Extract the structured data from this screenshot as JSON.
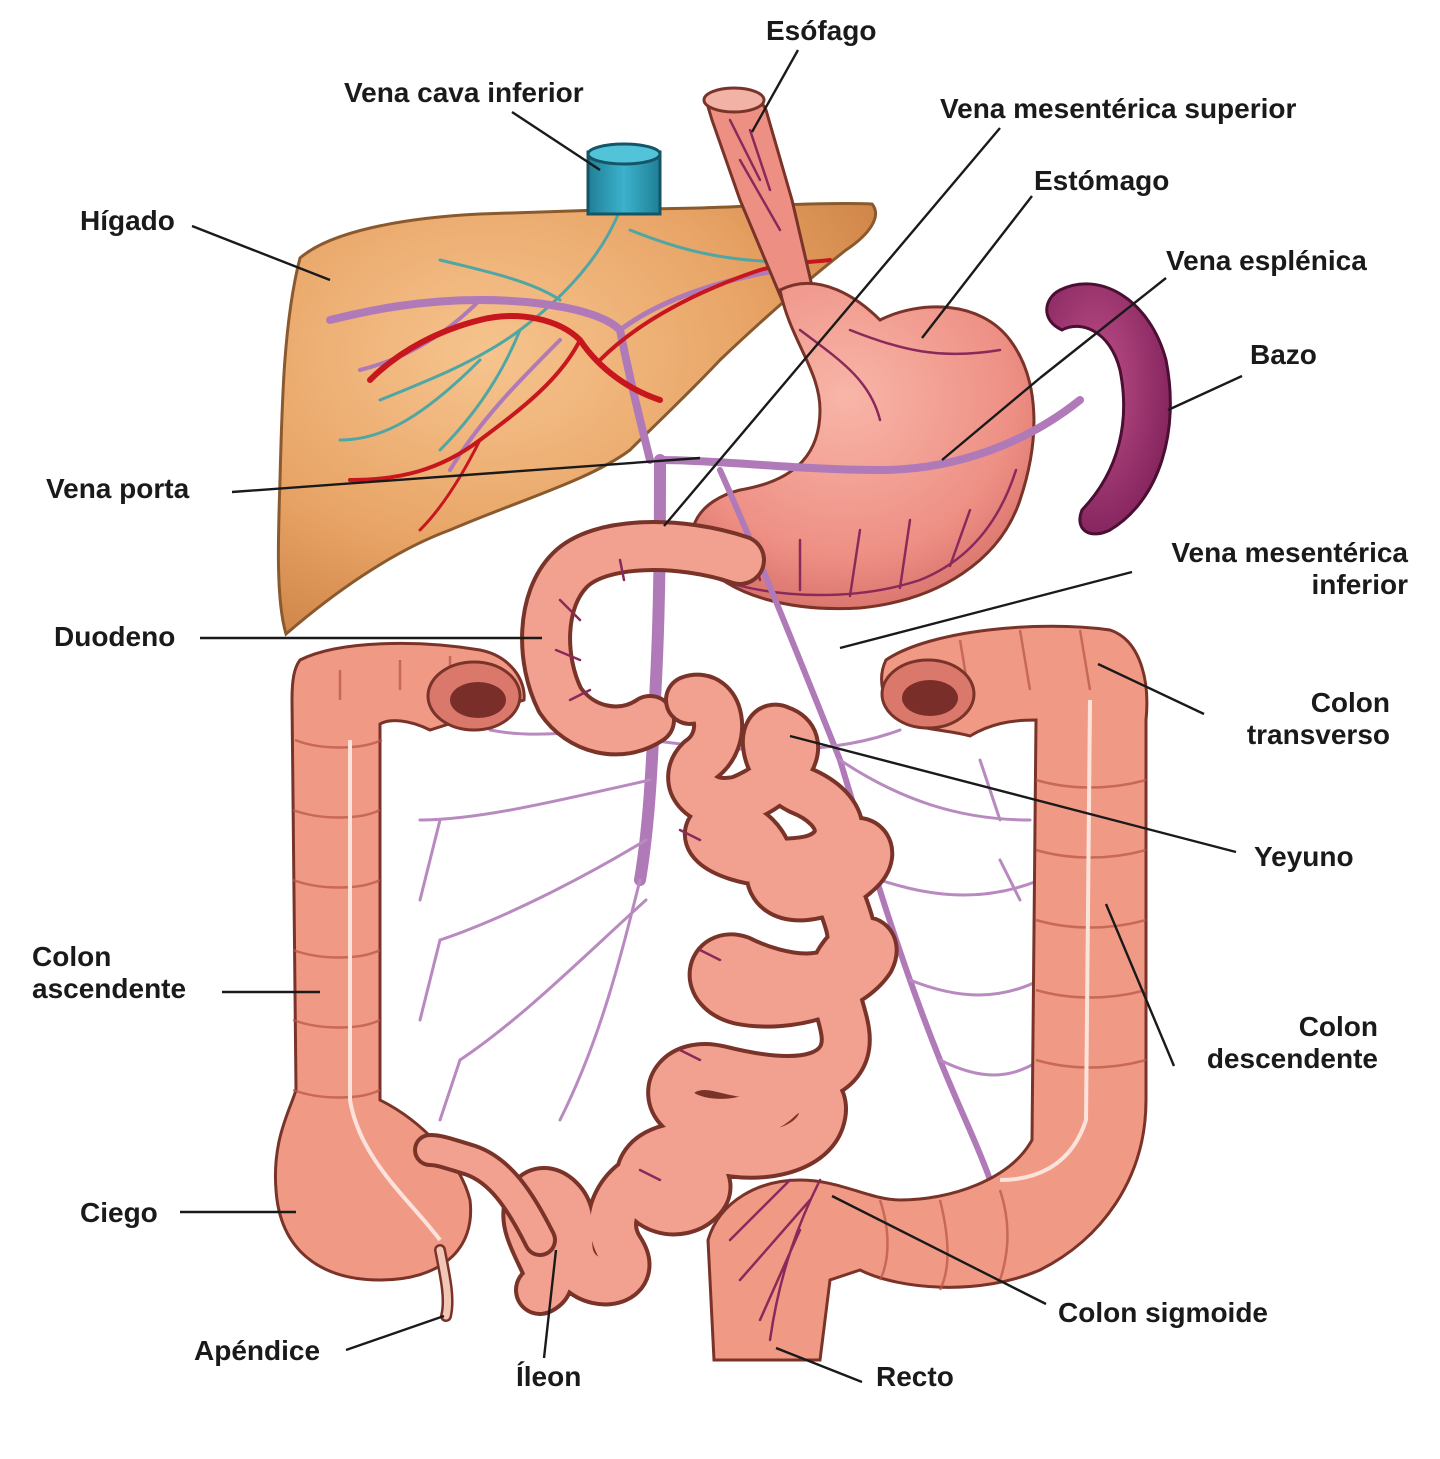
{
  "labels": {
    "esofago": "Esófago",
    "vena_cava_inferior": "Vena cava inferior",
    "vena_mesenterica_superior": "Vena mesentérica superior",
    "estomago": "Estómago",
    "higado": "Hígado",
    "vena_esplenica": "Vena esplénica",
    "bazo": "Bazo",
    "vena_porta": "Vena porta",
    "vena_mesenterica_inferior_1": "Vena mesentérica",
    "vena_mesenterica_inferior_2": "inferior",
    "duodeno": "Duodeno",
    "colon_transverso_1": "Colon",
    "colon_transverso_2": "transverso",
    "yeyuno": "Yeyuno",
    "colon_ascendente_1": "Colon",
    "colon_ascendente_2": "ascendente",
    "colon_descendente_1": "Colon",
    "colon_descendente_2": "descendente",
    "ciego": "Ciego",
    "colon_sigmoide": "Colon sigmoide",
    "apendice": "Apéndice",
    "ileon": "Íleon",
    "recto": "Recto"
  },
  "colors": {
    "liver": "#e8a466",
    "stomach": "#f0948a",
    "spleen": "#9a2d6c",
    "vena_cava": "#2f9fb8",
    "intestine": "#f2a08f",
    "portal_veins": "#b07ab8",
    "hepatic_artery": "#c8161e"
  }
}
